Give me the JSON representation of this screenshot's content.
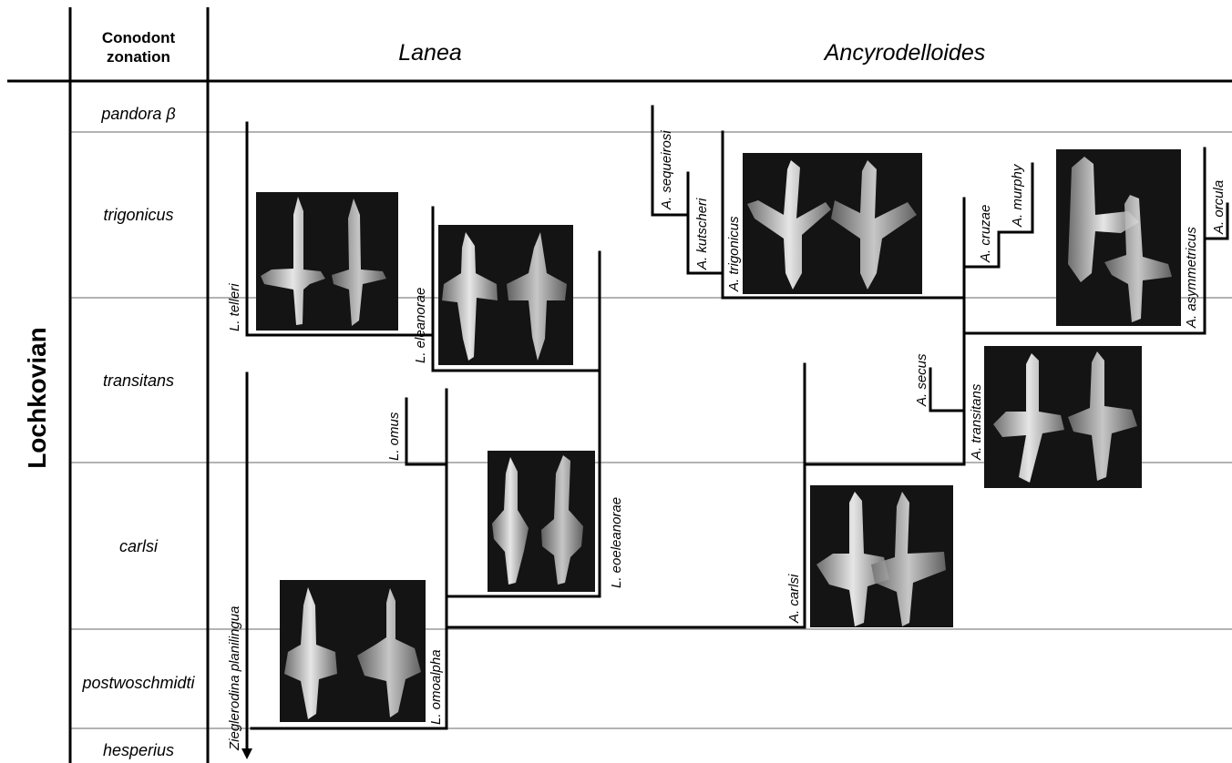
{
  "stage": "Lochkovian",
  "header": {
    "zonation_line1": "Conodont",
    "zonation_line2": "zonation",
    "genus_left": "Lanea",
    "genus_right": "Ancyrodelloides"
  },
  "zones": {
    "pandora_beta": "pandora β",
    "trigonicus": "trigonicus",
    "transitans": "transitans",
    "carlsi": "carlsi",
    "postwoschmidti": "postwoschmidti",
    "hesperius": "hesperius"
  },
  "taxa": {
    "l_telleri": "L. telleri",
    "l_eleanorae": "L. eleanorae",
    "l_omus": "L. omus",
    "l_eoeleanorae": "L. eoeleanorae",
    "l_omoalpha": "L. omoalpha",
    "zieglerodina": "Zieglerodina planilingua",
    "a_sequeirosi": "A. sequeirosi",
    "a_kutscheri": "A. kutscheri",
    "a_trigonicus": "A. trigonicus",
    "a_cruzae": "A. cruzae",
    "a_murphy": "A. murphy",
    "a_asymmetricus": "A. asymmetricus",
    "a_orcula": "A. orcula",
    "a_secus": "A. secus",
    "a_transitans": "A. transitans",
    "a_carlsi": "A. carlsi"
  },
  "colors": {
    "line": "#000000",
    "zone_line": "#b3b3b3",
    "photo_bg": "#141414",
    "specimen": "#cfcfcf",
    "specimen_dark": "#8a8a8a"
  }
}
